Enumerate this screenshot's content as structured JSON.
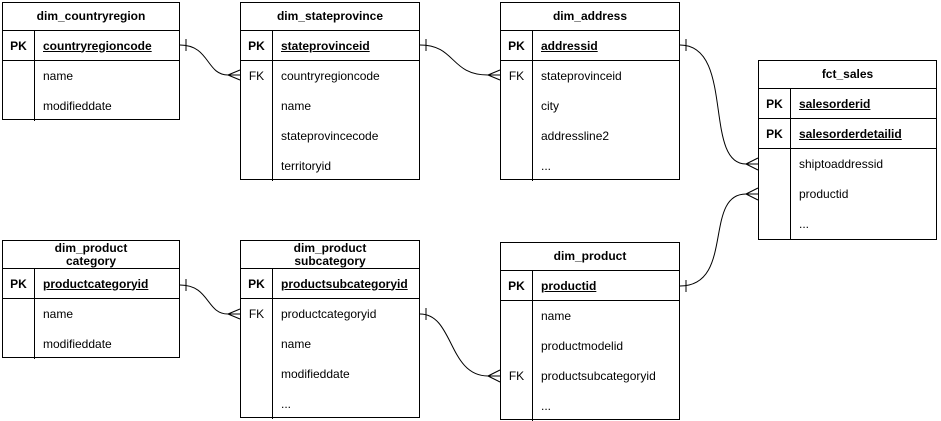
{
  "diagram": {
    "tables": [
      {
        "id": "dim_countryregion",
        "title_line1": "dim_countryregion",
        "title_line2": "",
        "rows": [
          {
            "key": "PK",
            "label": "countryregioncode",
            "pk": true
          },
          {
            "key": "",
            "label": "name",
            "pk": false
          },
          {
            "key": "",
            "label": "modifieddate",
            "pk": false
          }
        ]
      },
      {
        "id": "dim_stateprovince",
        "title_line1": "dim_stateprovince",
        "title_line2": "",
        "rows": [
          {
            "key": "PK",
            "label": "stateprovinceid",
            "pk": true
          },
          {
            "key": "FK",
            "label": "countryregioncode",
            "pk": false
          },
          {
            "key": "",
            "label": "name",
            "pk": false
          },
          {
            "key": "",
            "label": "stateprovincecode",
            "pk": false
          },
          {
            "key": "",
            "label": "territoryid",
            "pk": false
          }
        ]
      },
      {
        "id": "dim_address",
        "title_line1": "dim_address",
        "title_line2": "",
        "rows": [
          {
            "key": "PK",
            "label": "addressid",
            "pk": true
          },
          {
            "key": "FK",
            "label": "stateprovinceid",
            "pk": false
          },
          {
            "key": "",
            "label": "city",
            "pk": false
          },
          {
            "key": "",
            "label": "addressline2",
            "pk": false
          },
          {
            "key": "",
            "label": "...",
            "pk": false
          }
        ]
      },
      {
        "id": "fct_sales",
        "title_line1": "fct_sales",
        "title_line2": "",
        "rows": [
          {
            "key": "PK",
            "label": "salesorderid",
            "pk": true
          },
          {
            "key": "PK",
            "label": "salesorderdetailid",
            "pk": true
          },
          {
            "key": "",
            "label": "shiptoaddressid",
            "pk": false
          },
          {
            "key": "",
            "label": "productid",
            "pk": false
          },
          {
            "key": "",
            "label": "...",
            "pk": false
          }
        ]
      },
      {
        "id": "dim_productcategory",
        "title_line1": "dim_product",
        "title_line2": "category",
        "rows": [
          {
            "key": "PK",
            "label": "productcategoryid",
            "pk": true
          },
          {
            "key": "",
            "label": "name",
            "pk": false
          },
          {
            "key": "",
            "label": "modifieddate",
            "pk": false
          }
        ]
      },
      {
        "id": "dim_productsubcategory",
        "title_line1": "dim_product",
        "title_line2": "subcategory",
        "rows": [
          {
            "key": "PK",
            "label": "productsubcategoryid",
            "pk": true
          },
          {
            "key": "FK",
            "label": "productcategoryid",
            "pk": false
          },
          {
            "key": "",
            "label": "name",
            "pk": false
          },
          {
            "key": "",
            "label": "modifieddate",
            "pk": false
          },
          {
            "key": "",
            "label": "...",
            "pk": false
          }
        ]
      },
      {
        "id": "dim_product",
        "title_line1": "dim_product",
        "title_line2": "",
        "rows": [
          {
            "key": "PK",
            "label": "productid",
            "pk": true
          },
          {
            "key": "",
            "label": "name",
            "pk": false
          },
          {
            "key": "",
            "label": "productmodelid",
            "pk": false
          },
          {
            "key": "FK",
            "label": "productsubcategoryid",
            "pk": false
          },
          {
            "key": "",
            "label": "...",
            "pk": false
          }
        ]
      }
    ],
    "relationships": [
      {
        "from": "dim_countryregion.countryregioncode",
        "to": "dim_stateprovince.countryregioncode",
        "cardinality": "one-to-many"
      },
      {
        "from": "dim_stateprovince.stateprovinceid",
        "to": "dim_address.stateprovinceid",
        "cardinality": "one-to-many"
      },
      {
        "from": "dim_address.addressid",
        "to": "fct_sales.shiptoaddressid",
        "cardinality": "one-to-many"
      },
      {
        "from": "dim_product.productid",
        "to": "fct_sales.productid",
        "cardinality": "one-to-many"
      },
      {
        "from": "dim_productcategory.productcategoryid",
        "to": "dim_productsubcategory.productcategoryid",
        "cardinality": "one-to-many"
      },
      {
        "from": "dim_productsubcategory.productsubcategoryid",
        "to": "dim_product.productsubcategoryid",
        "cardinality": "one-to-many"
      }
    ],
    "colors": {
      "line": "#000000",
      "background": "#ffffff",
      "text": "#000000"
    }
  }
}
